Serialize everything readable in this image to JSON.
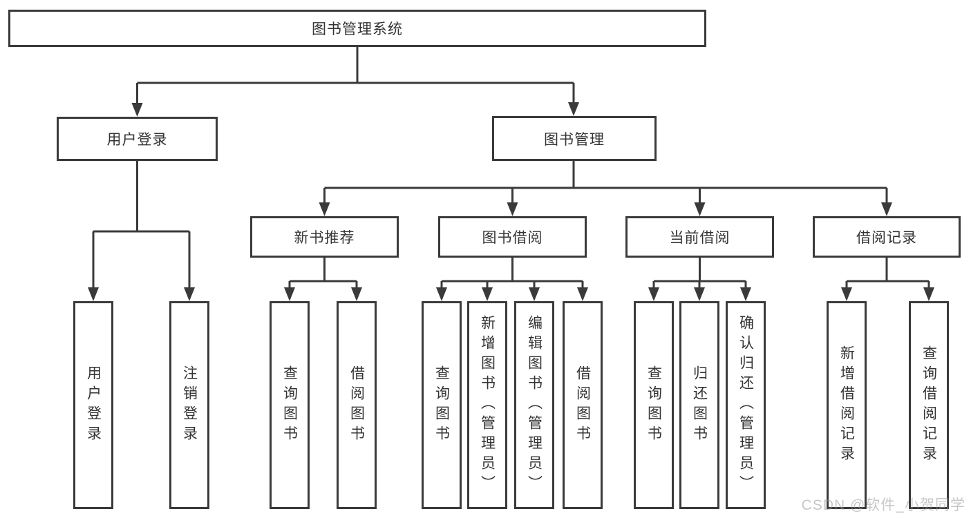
{
  "diagram": {
    "root": {
      "label": "图书管理系统"
    },
    "level2": [
      {
        "label": "用户登录",
        "parent": "图书管理系统"
      },
      {
        "label": "图书管理",
        "parent": "图书管理系统"
      }
    ],
    "level3": [
      {
        "label": "新书推荐",
        "parent": "图书管理"
      },
      {
        "label": "图书借阅",
        "parent": "图书管理"
      },
      {
        "label": "当前借阅",
        "parent": "图书管理"
      },
      {
        "label": "借阅记录",
        "parent": "图书管理"
      }
    ],
    "leaves": [
      {
        "label": "用户登录",
        "parent": "用户登录"
      },
      {
        "label": "注销登录",
        "parent": "用户登录"
      },
      {
        "label": "查询图书",
        "parent": "新书推荐"
      },
      {
        "label": "借阅图书",
        "parent": "新书推荐"
      },
      {
        "label": "查询图书",
        "parent": "图书借阅"
      },
      {
        "label": "新增图书（管理员）",
        "parent": "图书借阅"
      },
      {
        "label": "编辑图书（管理员）",
        "parent": "图书借阅"
      },
      {
        "label": "借阅图书",
        "parent": "图书借阅"
      },
      {
        "label": "查询图书",
        "parent": "当前借阅"
      },
      {
        "label": "归还图书",
        "parent": "当前借阅"
      },
      {
        "label": "确认归还（管理员）",
        "parent": "当前借阅"
      },
      {
        "label": "新增借阅记录",
        "parent": "借阅记录"
      },
      {
        "label": "查询借阅记录",
        "parent": "借阅记录"
      }
    ]
  },
  "watermark": {
    "text": "CSDN @软件_小贺同学"
  },
  "colors": {
    "line": "#3a3a3a",
    "text": "#333333",
    "background": "#ffffff",
    "watermark": "#9a9a9a"
  }
}
